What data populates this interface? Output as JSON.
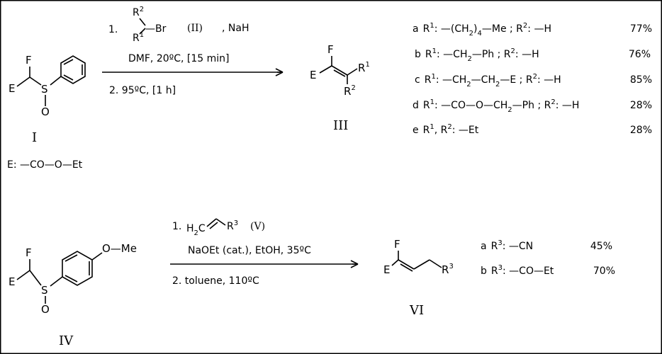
{
  "scheme1": {
    "compound_I_label": "I",
    "compound_III_label": "III",
    "E_definition": "E: —CO—O—Et",
    "atoms": {
      "F": "F",
      "E": "E",
      "S": "S",
      "O": "O",
      "R1": "R",
      "R2": "R",
      "sup1": "1",
      "sup2": "2"
    },
    "step1_number": "1.",
    "step1_Br": "—Br",
    "step1_compound": "(II)",
    "step1_base": ", NaH",
    "step1_conditions": "DMF,    20ºC, [15 min]",
    "step2": "2. 95ºC,  [1 h]",
    "products": [
      {
        "id": "a",
        "pre": "R",
        "sub_main": "1",
        "mid": ": —(CH",
        "sub_sub": "2",
        "post": ")",
        "sub2": "4",
        "tail": "—Me ; R",
        "sup_tail": "2",
        "end": ": —H",
        "yield": "77%"
      },
      {
        "id": "b",
        "pre": "R",
        "sub_main": "1",
        "mid": ": —CH",
        "sub_sub": "2",
        "post": "—Ph ; R",
        "sup_tail": "2",
        "end": ": —H",
        "yield": "76%"
      },
      {
        "id": "c",
        "pre": "R",
        "sub_main": "1",
        "mid": ": —CH",
        "sub_sub": "2",
        "post": "—CH",
        "sub2": "2",
        "tail": "—E ; R",
        "sup_tail": "2",
        "end": ": —H",
        "yield": "85%"
      },
      {
        "id": "d",
        "pre": "R",
        "sub_main": "1",
        "mid": ": —CO—O—CH",
        "sub_sub": "2",
        "post": "—Ph ; R",
        "sup_tail": "2",
        "end": ": —H",
        "yield": "28%"
      },
      {
        "id": "e",
        "pre": "R",
        "sub_main": "1",
        "mid": ",  R",
        "sup_mid": "2",
        "post": ": —Et",
        "yield": "28%"
      }
    ]
  },
  "scheme2": {
    "compound_IV_label": "IV",
    "compound_VI_label": "VI",
    "atoms": {
      "F": "F",
      "E": "E",
      "S": "S",
      "O": "O",
      "OMe": "O—Me",
      "R3": "R",
      "sup3": "3"
    },
    "step1_number": "1.",
    "step1_H2C": "H",
    "step1_H2C_sub": "2",
    "step1_C": "C",
    "step1_compound": "(V)",
    "step1_conditions": "NaOEt (cat.), EtOH,   35ºC",
    "step2": "2. toluene, 110ºC",
    "products": [
      {
        "id": "a",
        "pre": "R",
        "sup": "3",
        "post": ": —CN",
        "yield": "45%"
      },
      {
        "id": "b",
        "pre": "R",
        "sup": "3",
        "post": ": —CO—Et",
        "yield": "70%"
      }
    ]
  }
}
